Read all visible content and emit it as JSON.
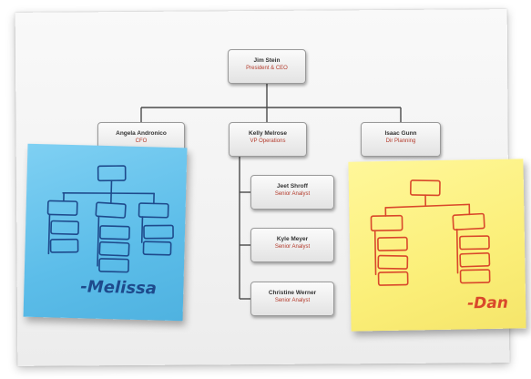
{
  "org_chart": {
    "root": {
      "name": "Jim Stein",
      "title": "President & CEO"
    },
    "level2": [
      {
        "name": "Angela Andronico",
        "title": "CFO"
      },
      {
        "name": "Kelly Melrose",
        "title": "VP Operations"
      },
      {
        "name": "Isaac Gunn",
        "title": "Dir Planning"
      }
    ],
    "reports": [
      {
        "name": "Jeet Shroff",
        "title": "Senior Analyst"
      },
      {
        "name": "Kyle Meyer",
        "title": "Senior Analyst"
      },
      {
        "name": "Christine Werner",
        "title": "Senior Analyst"
      }
    ]
  },
  "sticky_notes": {
    "blue": {
      "signature": "-Melissa",
      "color": "#5cbde9",
      "ink": "#1e4a8c"
    },
    "yellow": {
      "signature": "-Dan",
      "color": "#fbef79",
      "ink": "#d9482b"
    }
  }
}
